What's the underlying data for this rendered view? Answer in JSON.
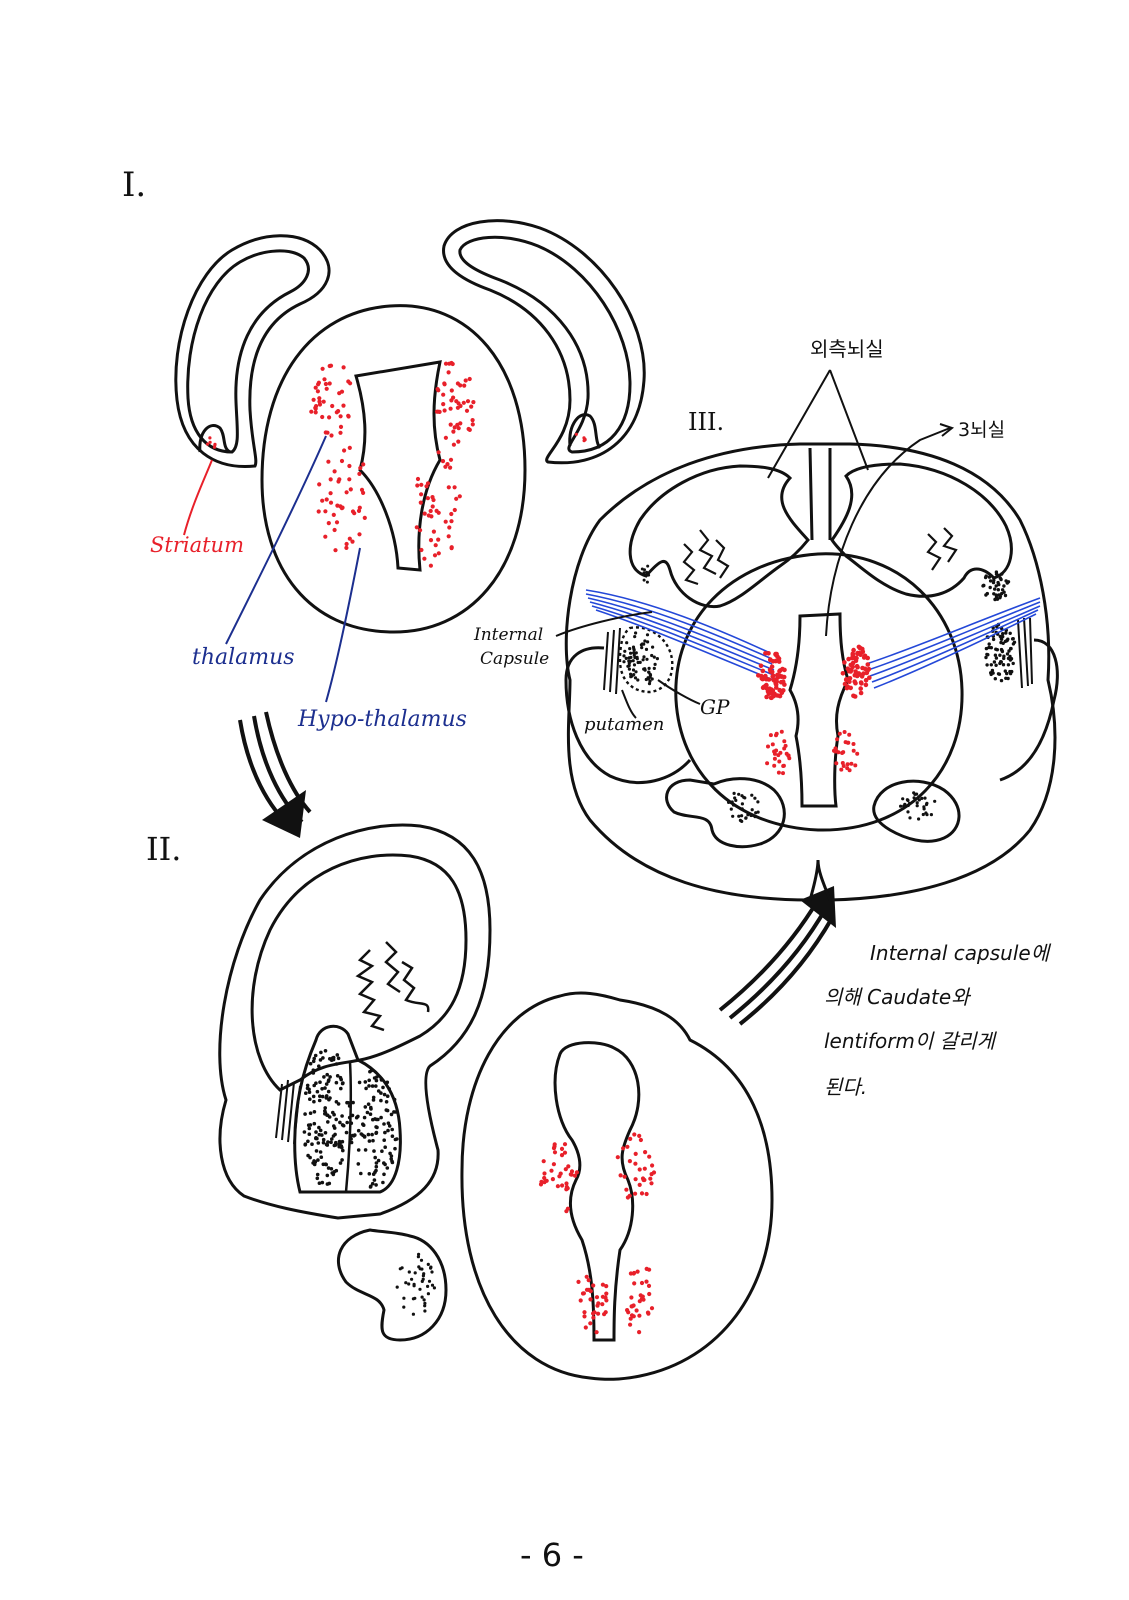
{
  "panel_1": {
    "numeral": "I.",
    "labels": {
      "striatum": "Striatum",
      "thalamus": "thalamus",
      "hypothalamus": "Hypo-thalamus"
    }
  },
  "panel_2": {
    "numeral": "II."
  },
  "panel_3": {
    "numeral": "III.",
    "labels": {
      "lateral_ventricle": "외측뇌실",
      "third_ventricle": "3뇌실",
      "internal_capsule_1": "Internal",
      "internal_capsule_2": "Capsule",
      "gp": "GP",
      "putamen": "putamen"
    }
  },
  "note": {
    "line1": "Internal capsule에",
    "line2": "의해 Caudate와",
    "line3": "lentiform이 갈리게",
    "line4": "된다."
  },
  "page_number": "- 6 -",
  "colors": {
    "ink": "#111111",
    "striatum_red": "#e8202a",
    "label_blue": "#1c2f8f",
    "fiber_blue": "#2448d8"
  }
}
